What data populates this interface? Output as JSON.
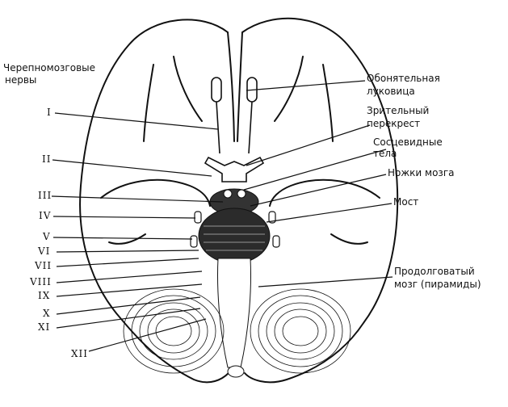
{
  "title": {
    "line1": "Черепномозговые",
    "line2": "нервы"
  },
  "nerves": [
    "I",
    "II",
    "III",
    "IV",
    "V",
    "VI",
    "VII",
    "VIII",
    "IX",
    "X",
    "XI",
    "XII"
  ],
  "labels": {
    "olfactory_bulb": {
      "line1": "Обонятельная",
      "line2": "луковица"
    },
    "optic_chiasm": {
      "line1": "Зрительный",
      "line2": "перекрест"
    },
    "mammillary_bodies": {
      "line1": "Сосцевидные",
      "line2": "тела"
    },
    "cerebral_peduncles": "Ножки мозга",
    "pons": "Мост",
    "medulla": {
      "line1": "Продолговатый",
      "line2": "мозг (пирамиды)"
    }
  }
}
